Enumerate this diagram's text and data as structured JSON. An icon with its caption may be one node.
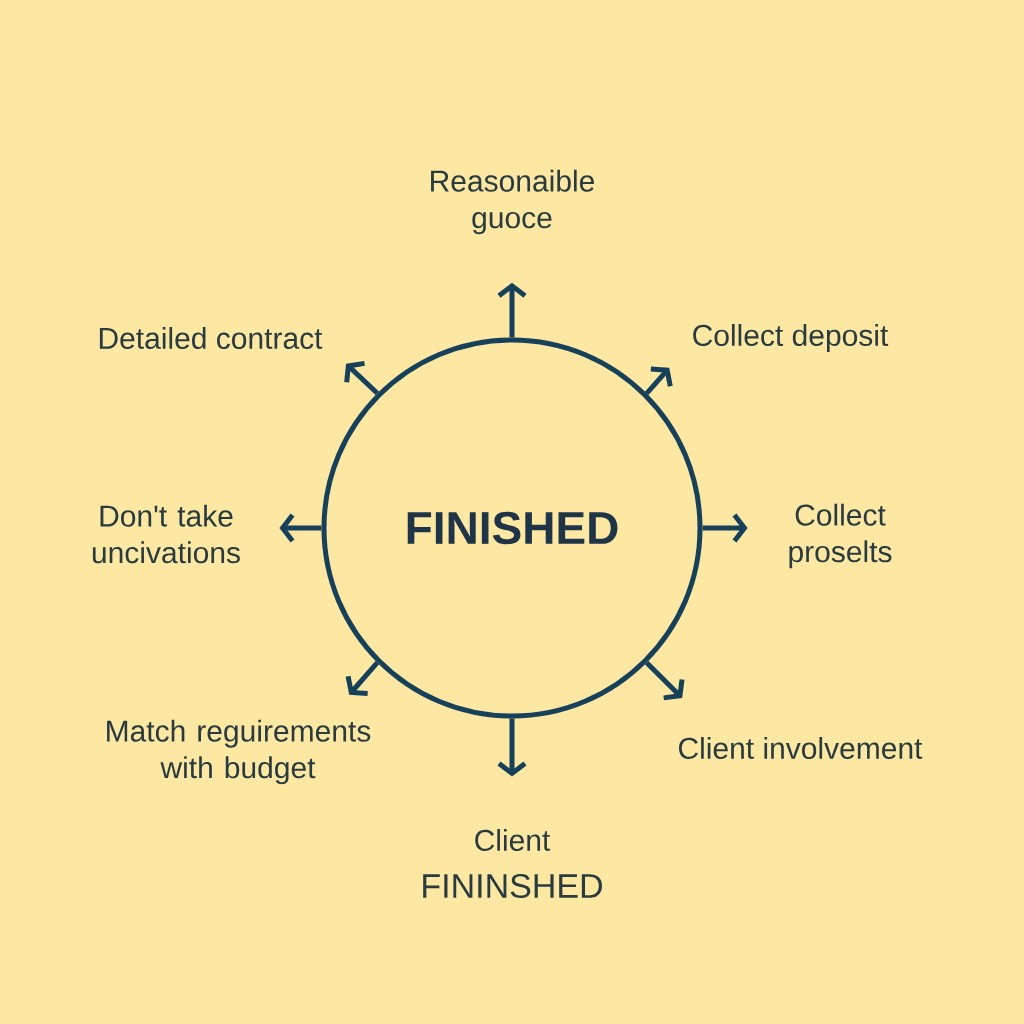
{
  "diagram": {
    "nodes": [
      {
        "text": [
          "Reasonaible guoce"
        ]
      },
      {
        "text": [
          "Detailed contract"
        ]
      },
      {
        "text": [
          "Collect deposit"
        ]
      },
      {
        "text": [
          "Don't take uncivations"
        ]
      },
      {
        "text": [
          "FINISHED"
        ]
      },
      {
        "text": [
          "Collect proselts"
        ]
      },
      {
        "text": [
          "Match reguirements with budget"
        ]
      },
      {
        "text": [
          "Client involvement"
        ]
      },
      {
        "text": [
          "Client",
          "FININSHED"
        ]
      }
    ],
    "edges": [
      {
        "from": 4,
        "to": 0,
        "arrow": "to"
      },
      {
        "from": 4,
        "to": 1,
        "arrow": "to"
      },
      {
        "from": 4,
        "to": 2,
        "arrow": "to"
      },
      {
        "from": 4,
        "to": 3,
        "arrow": "to"
      },
      {
        "from": 4,
        "to": 5,
        "arrow": "to"
      },
      {
        "from": 4,
        "to": 6,
        "arrow": "to"
      },
      {
        "from": 4,
        "to": 7,
        "arrow": "to"
      },
      {
        "from": 4,
        "to": 8,
        "arrow": "to"
      }
    ]
  }
}
